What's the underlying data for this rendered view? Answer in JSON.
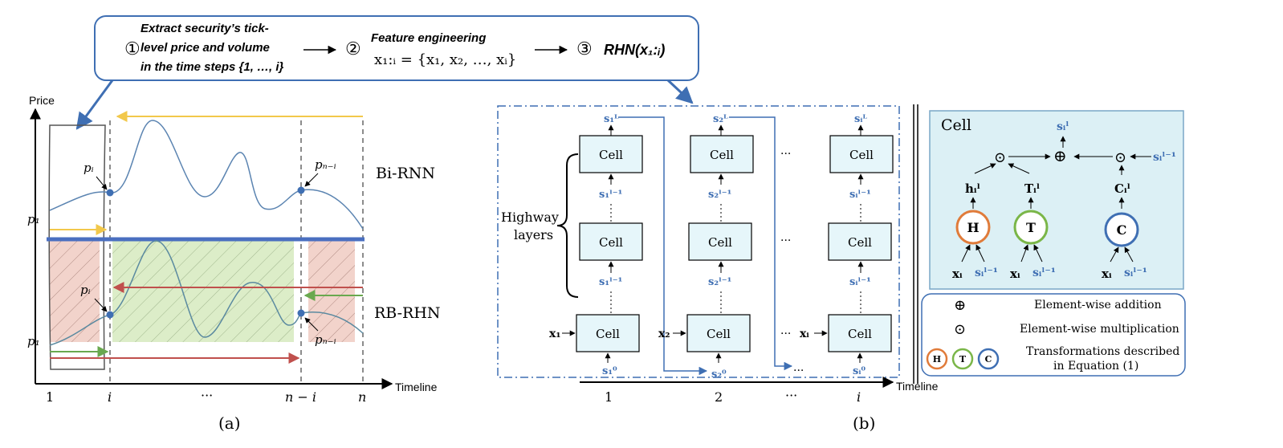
{
  "top_box": {
    "step1_num": "①",
    "step1_line1": "Extract security’s tick-",
    "step1_line2": "level price and volume",
    "step1_line3": "in the time steps {1, …, i}",
    "step2_num": "②",
    "step2_title": "Feature engineering",
    "step2_formula": "x₁:ᵢ = {x₁, x₂, …, xᵢ}",
    "step3_num": "③",
    "step3_formula": "RHN(x₁:ᵢ)"
  },
  "panel_a": {
    "y_axis_label": "Price",
    "x_axis_label": "Timeline",
    "ticks": [
      "1",
      "i",
      "···",
      "n − i",
      "n"
    ],
    "p1_top": "p₁",
    "p1_bottom": "p₁",
    "pi_top": "pᵢ",
    "pi_bottom": "pᵢ",
    "pni_top": "pₙ₋ᵢ",
    "pni_bottom": "pₙ₋ᵢ",
    "label_birnn": "Bi-RNN",
    "label_rbrhn": "RB-RHN",
    "caption": "(a)"
  },
  "panel_b": {
    "highway_label_line1": "Highway",
    "highway_label_line2": "layers",
    "cell_label": "Cell",
    "ellipsis_h": "···",
    "col_top_states": [
      "s₁ᴸ",
      "s₂ᴸ",
      "sᵢᴸ"
    ],
    "col_mid_states": [
      "s₁ˡ⁻¹",
      "s₂ˡ⁻¹",
      "sᵢˡ⁻¹"
    ],
    "col_low_states": [
      "s₁ˡ⁻¹",
      "s₂ˡ⁻¹",
      "sᵢˡ⁻¹"
    ],
    "col_bottom_states": [
      "s₁⁰",
      "s₂⁰",
      "sᵢ⁰"
    ],
    "inputs": [
      "x₁",
      "x₂",
      "xᵢ"
    ],
    "timeline_ticks": [
      "1",
      "2",
      "···",
      "i"
    ],
    "x_axis_label": "Timeline",
    "caption": "(b)"
  },
  "cell_detail": {
    "title": "Cell",
    "out_state": "sᵢˡ",
    "prev_state": "sᵢˡ⁻¹",
    "h_out": "hᵢˡ",
    "t_out": "Tᵢˡ",
    "c_out": "Cᵢˡ",
    "h_node": "H",
    "t_node": "T",
    "c_node": "C",
    "x_in": "xᵢ",
    "s_in": "sᵢˡ⁻¹",
    "odot": "⊙",
    "oplus": "⊕",
    "colors": {
      "H": "#e07b3a",
      "T": "#7ab648",
      "C": "#3f6fb3",
      "panel": "#dcf0f5"
    }
  },
  "legend": {
    "addition_symbol": "⊕",
    "addition_text": "Element-wise addition",
    "mult_symbol": "⊙",
    "mult_text": "Element-wise multiplication",
    "transform_line1": "Transformations described",
    "transform_line2": "in Equation (1)"
  }
}
